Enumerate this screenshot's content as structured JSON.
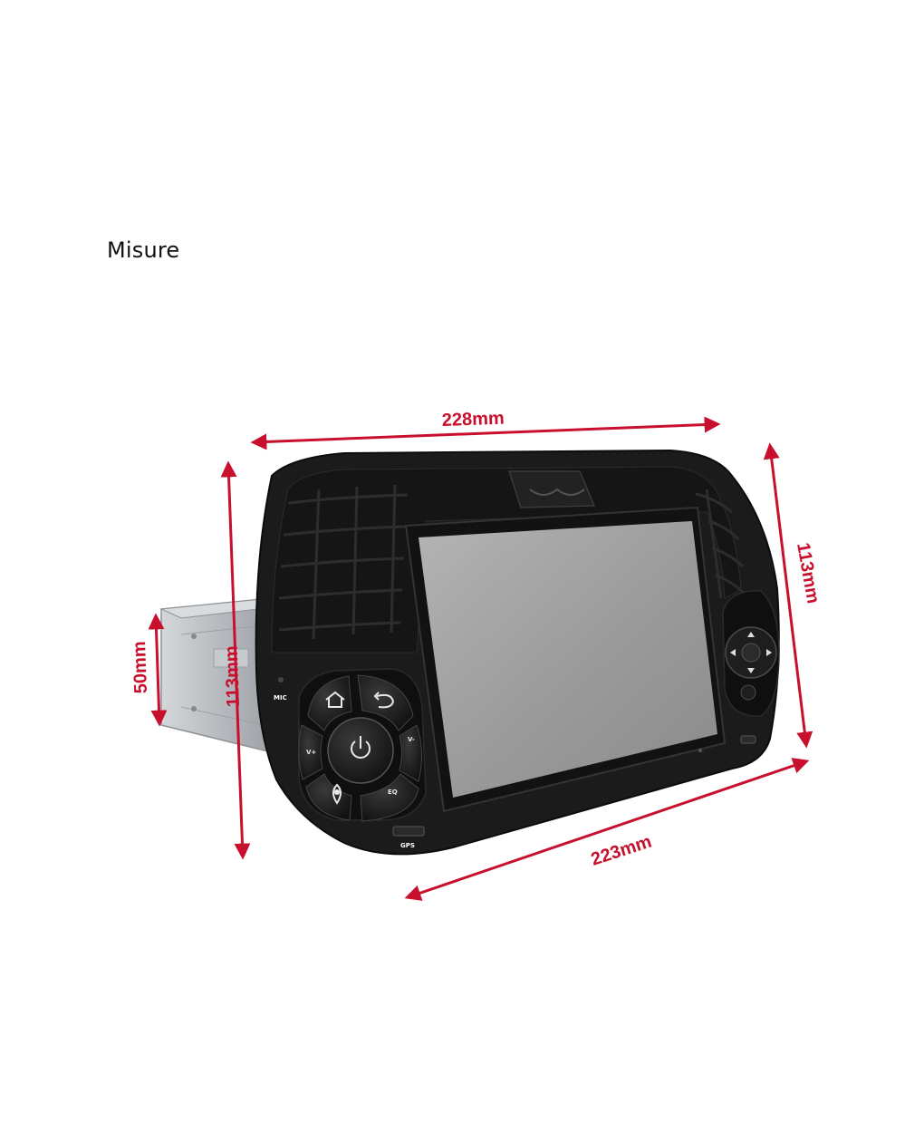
{
  "title": "Misure",
  "colors": {
    "dimension": "#c8102e",
    "bezel": "#1b1b1b",
    "screen": "#9c9c9c",
    "housing": "#b9bcc0"
  },
  "dimensions": {
    "top_width": "228mm",
    "bottom_width": "223mm",
    "left_height": "113mm",
    "right_height": "113mm",
    "housing_height": "50mm"
  },
  "device": {
    "labels": {
      "mic": "MIC",
      "gps": "GPS",
      "vol_up": "V+",
      "vol_down": "V-",
      "eq": "EQ"
    },
    "icons": {
      "home": "home-icon",
      "back": "back-arrow-icon",
      "power": "power-icon",
      "nav": "location-pin-icon"
    }
  }
}
